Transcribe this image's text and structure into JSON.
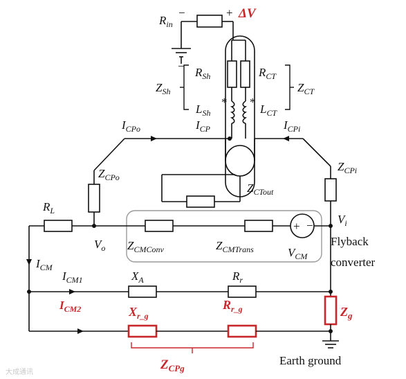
{
  "colors": {
    "wire": "#111111",
    "highlight": "#c8262b",
    "box": "#9a9a9a"
  },
  "top": {
    "r_in": "R",
    "r_in_sub": "in",
    "minus": "−",
    "plus": "+",
    "delta_v": "ΔV",
    "ground_minus": "−"
  },
  "probe": {
    "r_sh": "R",
    "r_sh_sub": "Sh",
    "r_ct": "R",
    "r_ct_sub": "CT",
    "z_sh": "Z",
    "z_sh_sub": "Sh",
    "z_ct": "Z",
    "z_ct_sub": "CT",
    "l_sh": "L",
    "l_sh_sub": "Sh",
    "l_ct": "L",
    "l_ct_sub": "CT",
    "star": "*",
    "i_cp": "I",
    "i_cp_sub": "CP",
    "z_ctout": "Z",
    "z_ctout_sub": "CTout"
  },
  "left": {
    "i_cpo": "I",
    "i_cpo_sub": "CPo",
    "z_cpo": "Z",
    "z_cpo_sub": "CPo",
    "r_l": "R",
    "r_l_sub": "L",
    "v_o": "V",
    "v_o_sub": "o",
    "i_cm": "I",
    "i_cm_sub": "CM",
    "i_cm1": "I",
    "i_cm1_sub": "CM1",
    "i_cm2": "I",
    "i_cm2_sub": "CM2"
  },
  "right": {
    "i_cpi": "I",
    "i_cpi_sub": "CPi",
    "z_cpi": "Z",
    "z_cpi_sub": "CPi",
    "v_i": "V",
    "v_i_sub": "i",
    "flyback": "Flyback",
    "converter": "converter",
    "z_g": "Z",
    "z_g_sub": "g",
    "earth_ground": "Earth ground"
  },
  "middle": {
    "z_cmconv": "Z",
    "z_cmconv_sub": "CMConv",
    "z_cmtrans": "Z",
    "z_cmtrans_sub": "CMTrans",
    "v_cm": "V",
    "v_cm_sub": "CM",
    "source_plus": "+",
    "source_minus": "−"
  },
  "bottom": {
    "x_a": "X",
    "x_a_sub": "A",
    "r_r": "R",
    "r_r_sub": "r",
    "x_rg": "X",
    "x_rg_sub": "r_g",
    "r_rg": "R",
    "r_rg_sub": "r_g",
    "z_cpg": "Z",
    "z_cpg_sub": "CPg"
  },
  "watermark": "大成通讯"
}
